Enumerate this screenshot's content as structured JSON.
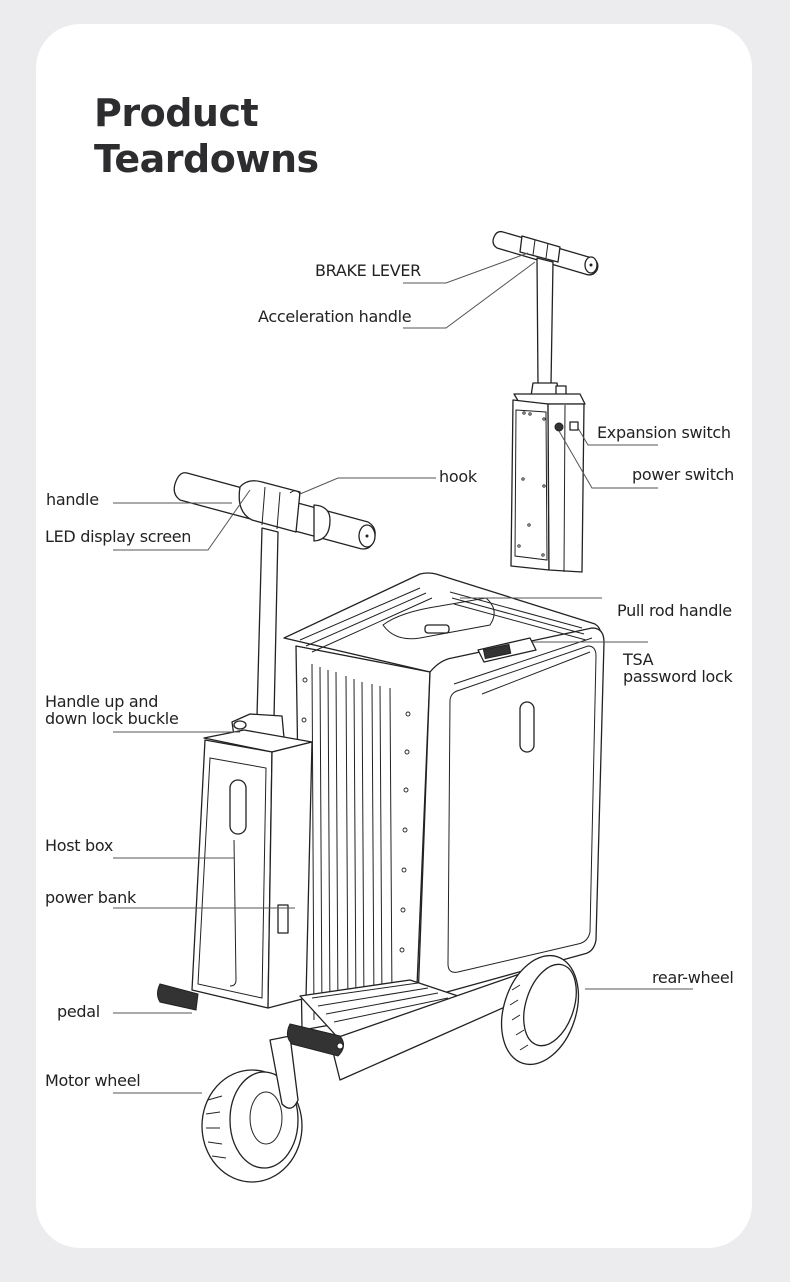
{
  "page": {
    "title_line1": "Product",
    "title_line2": "Teardowns",
    "background_color": "#ececef",
    "card_color": "#ffffff",
    "text_color": "#2d2d2f"
  },
  "diagram": {
    "subject": "electric rideable suitcase scooter",
    "callouts": {
      "brake_lever": "BRAKE LEVER",
      "acceleration_handle": "Acceleration handle",
      "expansion_switch": "Expansion switch",
      "power_switch": "power switch",
      "hook": "hook",
      "handle": "handle",
      "led_display_screen": "LED display screen",
      "pull_rod_handle": "Pull rod handle",
      "tsa_lock_line1": "TSA",
      "tsa_lock_line2": "password lock",
      "lock_buckle_line1": "Handle up and",
      "lock_buckle_line2": "down lock buckle",
      "host_box": "Host box",
      "power_bank": "power bank",
      "rear_wheel": "rear-wheel",
      "pedal": "pedal",
      "motor_wheel": "Motor wheel"
    }
  }
}
